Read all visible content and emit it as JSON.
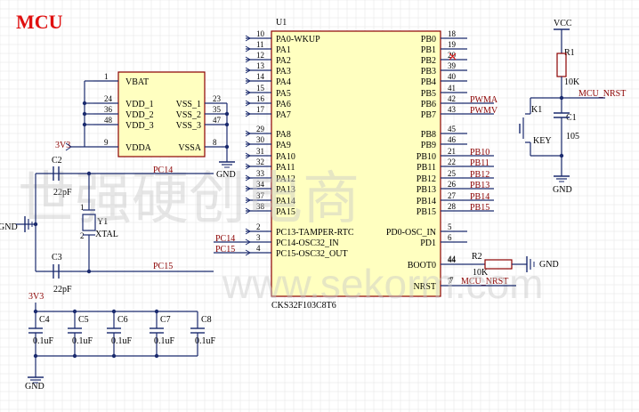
{
  "title": "MCU",
  "colors": {
    "wire": "#1a2a6e",
    "chip": "#ffffc0",
    "chip_border": "#8b0000",
    "title": "#e01010",
    "netlabel": "#8b0000",
    "grid": "#e6e6e6"
  },
  "watermark": {
    "cn": "世强硬创电商",
    "en": "www.sekorm.com"
  },
  "u1": {
    "ref": "U1",
    "part": "CKS32F103C8T6",
    "left_pins": [
      {
        "num": "10",
        "name": "PA0-WKUP"
      },
      {
        "num": "11",
        "name": "PA1"
      },
      {
        "num": "12",
        "name": "PA2"
      },
      {
        "num": "13",
        "name": "PA3"
      },
      {
        "num": "14",
        "name": "PA4"
      },
      {
        "num": "15",
        "name": "PA5"
      },
      {
        "num": "16",
        "name": "PA6"
      },
      {
        "num": "17",
        "name": "PA7"
      },
      {
        "num": "29",
        "name": "PA8"
      },
      {
        "num": "30",
        "name": "PA9"
      },
      {
        "num": "31",
        "name": "PA10"
      },
      {
        "num": "32",
        "name": "PA11"
      },
      {
        "num": "33",
        "name": "PA12"
      },
      {
        "num": "34",
        "name": "PA13"
      },
      {
        "num": "37",
        "name": "PA14"
      },
      {
        "num": "38",
        "name": "PA15"
      },
      {
        "num": "2",
        "name": "PC13-TAMPER-RTC"
      },
      {
        "num": "3",
        "name": "PC14-OSC32_IN"
      },
      {
        "num": "4",
        "name": "PC15-OSC32_OUT"
      }
    ],
    "right_pins": [
      {
        "num": "18",
        "name": "PB0"
      },
      {
        "num": "19",
        "name": "PB1"
      },
      {
        "num": "20",
        "name": "PB2"
      },
      {
        "num": "39",
        "name": "PB3"
      },
      {
        "num": "40",
        "name": "PB4"
      },
      {
        "num": "41",
        "name": "PB5"
      },
      {
        "num": "42",
        "name": "PB6"
      },
      {
        "num": "43",
        "name": "PB7"
      },
      {
        "num": "45",
        "name": "PB8"
      },
      {
        "num": "46",
        "name": "PB9"
      },
      {
        "num": "21",
        "name": "PB10"
      },
      {
        "num": "22",
        "name": "PB11"
      },
      {
        "num": "25",
        "name": "PB12"
      },
      {
        "num": "26",
        "name": "PB13"
      },
      {
        "num": "27",
        "name": "PB14"
      },
      {
        "num": "28",
        "name": "PB15"
      },
      {
        "num": "5",
        "name": "PD0-OSC_IN"
      },
      {
        "num": "6",
        "name": "PD1"
      },
      {
        "num": "44",
        "name": "BOOT0"
      },
      {
        "num": "7",
        "name": "NRST"
      }
    ],
    "right_nets": {
      "PB6": "PWMA",
      "PB7": "PWMV",
      "PB10": "PB10",
      "PB11": "PB11",
      "PB12": "PB12",
      "PB13": "PB13",
      "PB14": "PB14",
      "PB15": "PB15"
    },
    "left_nets": {
      "PC14": "PC14",
      "PC15": "PC15"
    }
  },
  "power_block": {
    "left_pins": [
      {
        "num": "1",
        "name": "VBAT"
      },
      {
        "num": "24",
        "name": "VDD_1"
      },
      {
        "num": "36",
        "name": "VDD_2"
      },
      {
        "num": "48",
        "name": "VDD_3"
      },
      {
        "num": "9",
        "name": "VDDA"
      }
    ],
    "right_pins": [
      {
        "num": "23",
        "name": "VSS_1"
      },
      {
        "num": "35",
        "name": "VSS_2"
      },
      {
        "num": "47",
        "name": "VSS_3"
      },
      {
        "num": "8",
        "name": "VSSA"
      }
    ],
    "supply": "3V3",
    "gnd": "GND"
  },
  "crystal": {
    "ref": "Y1",
    "value": "XTAL",
    "pin1": "1",
    "pin2": "2",
    "c_top": {
      "ref": "C2",
      "value": "22pF"
    },
    "c_bot": {
      "ref": "C3",
      "value": "22pF"
    },
    "net_top": "PC14",
    "net_bot": "PC15",
    "gnd": "GND"
  },
  "decoupling": {
    "supply": "3V3",
    "gnd": "GND",
    "caps": [
      {
        "ref": "C4",
        "value": "0.1uF"
      },
      {
        "ref": "C5",
        "value": "0.1uF"
      },
      {
        "ref": "C6",
        "value": "0.1uF"
      },
      {
        "ref": "C7",
        "value": "0.1uF"
      },
      {
        "ref": "C8",
        "value": "0.1uF"
      }
    ]
  },
  "reset": {
    "vcc": "VCC",
    "r": {
      "ref": "R1",
      "value": "10K"
    },
    "net": "MCU_NRST",
    "key": {
      "ref": "K1",
      "value": "KEY"
    },
    "c": {
      "ref": "C1",
      "value": "105"
    },
    "gnd": "GND"
  },
  "boot": {
    "pin": "44",
    "r": {
      "ref": "R2",
      "value": "10K"
    },
    "gnd": "GND"
  },
  "nrst": {
    "pin": "7",
    "net": "MCU_NRST"
  }
}
